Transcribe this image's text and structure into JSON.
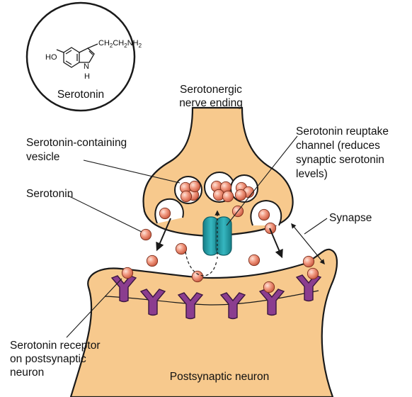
{
  "molecule": {
    "name": "Serotonin",
    "side_chain": "CH2CH2NH2",
    "hydroxyl": "HO",
    "ring_n": "N",
    "ring_h": "H"
  },
  "labels": {
    "nerve_ending_line1": "Serotonergic",
    "nerve_ending_line2": "nerve ending",
    "vesicle_line1": "Serotonin-containing",
    "vesicle_line2": "vesicle",
    "serotonin": "Serotonin",
    "reuptake_line1": "Serotonin reuptake",
    "reuptake_line2": "channel (reduces",
    "reuptake_line3": "synaptic serotonin",
    "reuptake_line4": "levels)",
    "synapse": "Synapse",
    "receptor_line1": "Serotonin receptor",
    "receptor_line2": "on postsynaptic",
    "receptor_line3": "neuron",
    "postsynaptic": "Postsynaptic neuron"
  },
  "colors": {
    "neuron_fill": "#f7c98d",
    "outline": "#1a1a1a",
    "molecule_fill": "#ee8a74",
    "channel_fill": "#1f9aa4",
    "receptor_fill": "#8b3d8f"
  }
}
